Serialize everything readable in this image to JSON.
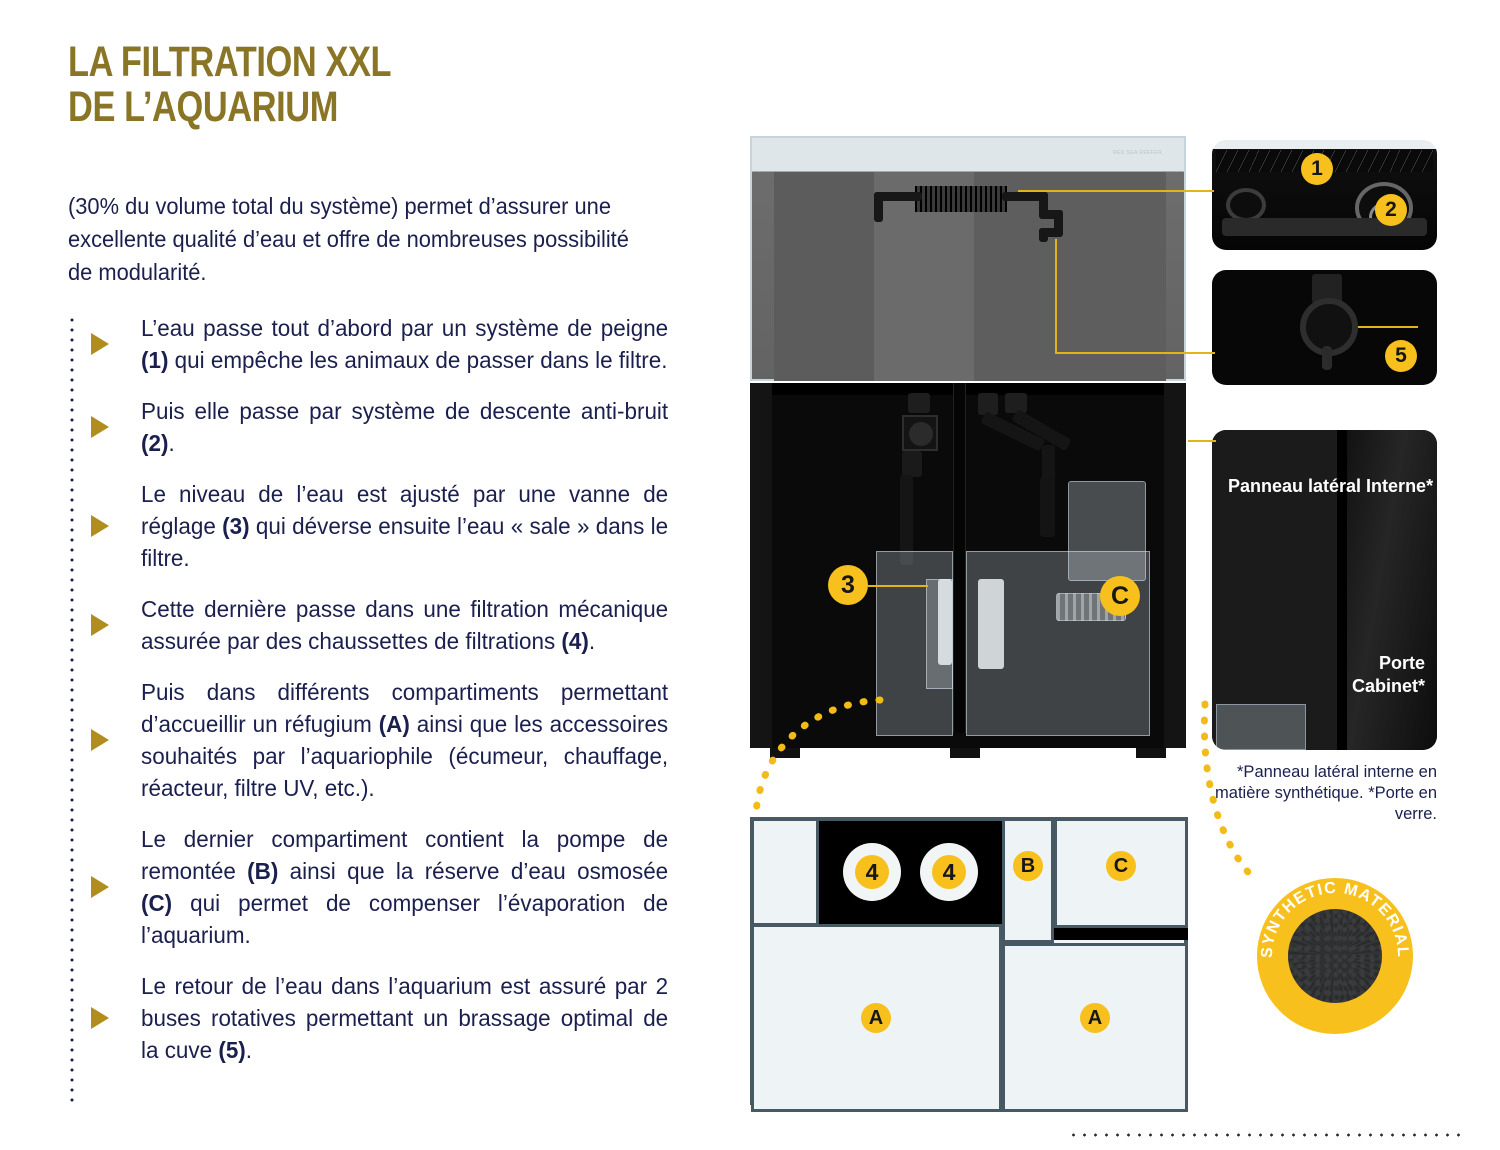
{
  "title": "LA FILTRATION XXL\nDE  L’AQUARIUM",
  "intro": "(30% du volume total du système) permet d’assurer une excellente qualité d’eau et offre de nombreuses possibilité de modularité.",
  "bullets": [
    {
      "html": "L’eau passe tout d’abord par un système de peigne <b>(1)</b> qui empêche les animaux de passer dans le filtre."
    },
    {
      "html": "Puis elle passe par système de descente anti-bruit <b>(2)</b>."
    },
    {
      "html": "Le niveau de l’eau est ajusté par une vanne de réglage <b>(3)</b> qui déverse ensuite l’eau « sale » dans le filtre."
    },
    {
      "html": "Cette dernière passe dans une filtration mécanique assurée par des chaussettes de filtrations <b>(4)</b>."
    },
    {
      "html": "Puis dans différents compartiments permettant d’accueillir un réfugium <b>(A)</b> ainsi que les accessoires souhaités par l’aquariophile (écumeur, chauffage, réacteur, filtre UV, etc.)."
    },
    {
      "html": "Le dernier compartiment contient la pompe de remontée <b>(B)</b> ainsi que la réserve d’eau osmosée <b>(C)</b> qui permet de compenser l’évaporation de l’aquarium."
    },
    {
      "html": "Le retour de l’eau dans l’aquarium est assuré par 2 buses rotatives permettant un brassage optimal de la cuve <b>(5)</b>."
    }
  ],
  "illustration": {
    "badge_3": "3",
    "badge_C": "C",
    "tank_logo": "RED SEA\nREEFER"
  },
  "photo_panels": {
    "comb_badge_1": "1",
    "comb_badge_2": "2",
    "valve_badge_5": "5"
  },
  "cabinet_panel": {
    "label_left": "Panneau\nlatéral\nInterne*",
    "label_right": "Porte\nCabinet*"
  },
  "footnote": "*Panneau latéral interne en matière synthétique.\n*Porte en verre.",
  "synthetic_badge": {
    "text": "SYNTHETIC MATERIAL"
  },
  "compartments": {
    "sock_left": "4",
    "sock_right": "4",
    "pump_b": "B",
    "reserve_c": "C",
    "refugium_a_left": "A",
    "refugium_a_right": "A"
  },
  "colors": {
    "gold": "#8a7527",
    "bullet_gold": "#b08d1c",
    "navy": "#1a1f4e",
    "yellow": "#f7c01c",
    "slate": "#475a63"
  }
}
